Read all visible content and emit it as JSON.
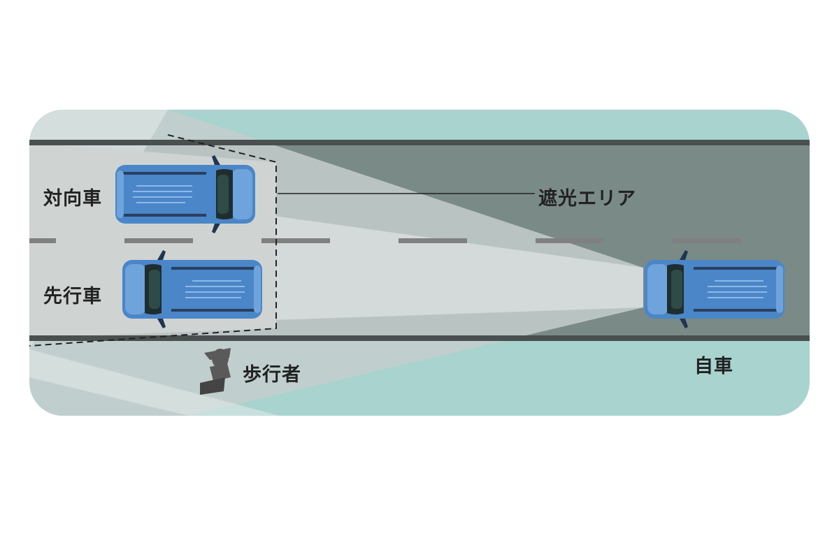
{
  "labels": {
    "oncoming_vehicle": "対向車",
    "preceding_vehicle": "先行車",
    "shading_area": "遮光エリア",
    "pedestrian": "歩行者",
    "own_vehicle": "自車"
  },
  "colors": {
    "roadside": "#a8d3cf",
    "road": "#7a8a87",
    "road_edge": "#4a4f50",
    "lane_marking": "#808080",
    "beam": "#c4cecc",
    "beam_bright": "#dfe4e3",
    "car_body": "#4a86c8"
  }
}
